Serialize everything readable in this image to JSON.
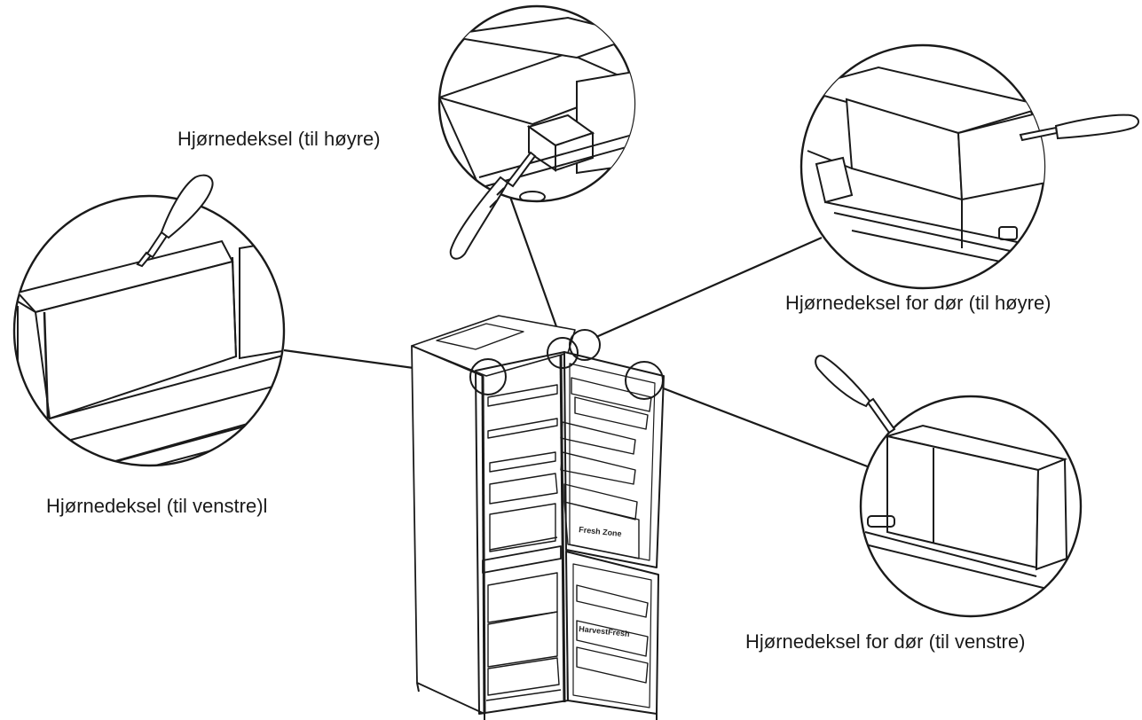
{
  "labels": {
    "corner_cover_right": "Hjørnedeksel (til høyre)",
    "door_corner_cover_right": "Hjørnedeksel for dør (til høyre)",
    "corner_cover_left": "Hjørnedeksel (til venstre)l",
    "door_corner_cover_left": "Hjørnedeksel for dør (til venstre)"
  },
  "fridge_badges": {
    "upper_drawer": "Fresh Zone",
    "lower_drawer": "HarvestFresh"
  },
  "colors": {
    "line": "#1a1a1a",
    "background": "#ffffff"
  }
}
